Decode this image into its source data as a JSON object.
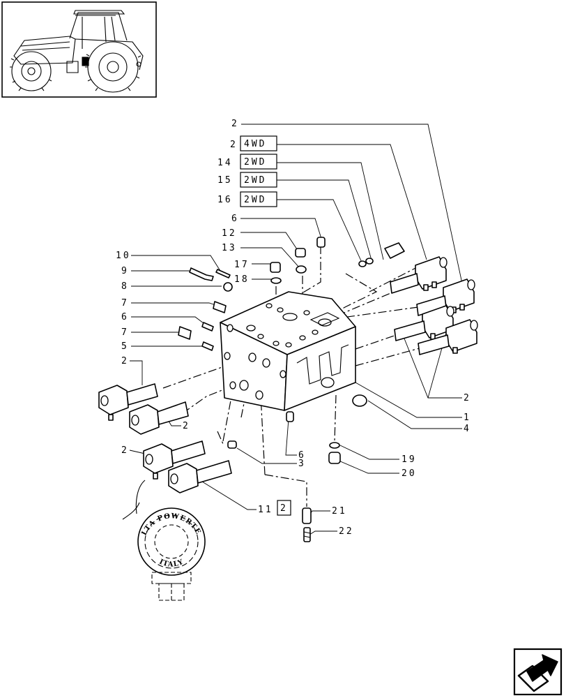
{
  "callouts": {
    "c2_top": "2",
    "c2_4wd": "2",
    "c14": "14",
    "c15": "15",
    "c16": "16",
    "c6_top": "6",
    "c12": "12",
    "c13": "13",
    "c17": "17",
    "c18": "18",
    "c10": "10",
    "c9": "9",
    "c8": "8",
    "c7a": "7",
    "c6_left": "6",
    "c7b": "7",
    "c5": "5",
    "c2_left": "2",
    "c2_mid": "2",
    "c2_low": "2",
    "c2_right": "2",
    "c1": "1",
    "c4": "4",
    "c6_bottom": "6",
    "c3": "3",
    "c19": "19",
    "c20": "20",
    "c11": "11",
    "c21": "21",
    "c22": "22"
  },
  "variant_boxes": {
    "v4wd": "4WD",
    "v2wd_14": "2WD",
    "v2wd_15": "2WD",
    "v2wd_16": "2WD",
    "v11_box": "2"
  },
  "solenoid_stamp": {
    "line1": "DELTA POWERTECH",
    "line2": "ITALY"
  },
  "icons": {
    "tractor_thumbnail": "tractor-icon",
    "next_page_arrow": "next-page-arrow-icon"
  },
  "colors": {
    "ink": "#000000",
    "paper": "#ffffff"
  }
}
